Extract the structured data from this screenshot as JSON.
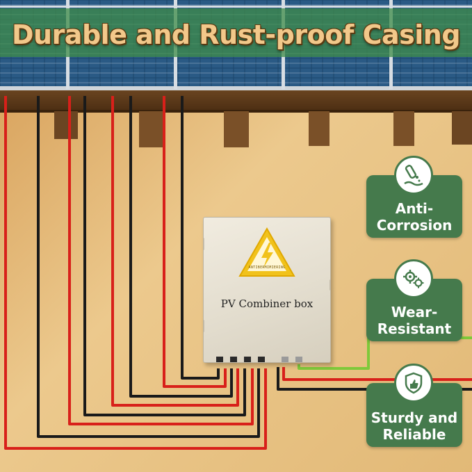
{
  "headline": "Durable and Rust-proof Casing",
  "product_label": "PV Combiner box",
  "warning_label_text": "ANTIBERMIMIERING",
  "badges": [
    {
      "icon": "flask-corrosion-icon",
      "line1": "Anti-",
      "line2": "Corrosion"
    },
    {
      "icon": "gears-icon",
      "line1": "Wear-",
      "line2": "Resistant"
    },
    {
      "icon": "shield-thumbs-up-icon",
      "line1": "Sturdy and",
      "line2": "Reliable"
    }
  ],
  "colors": {
    "badge_green": "#457a4c",
    "panel_blue": "#1f4a6e",
    "wall": "#e8c488",
    "wire_red": "#d8201a",
    "wire_black": "#1a1a1a",
    "wire_green": "#7ec93a",
    "warning_yellow": "#f1c21b"
  }
}
